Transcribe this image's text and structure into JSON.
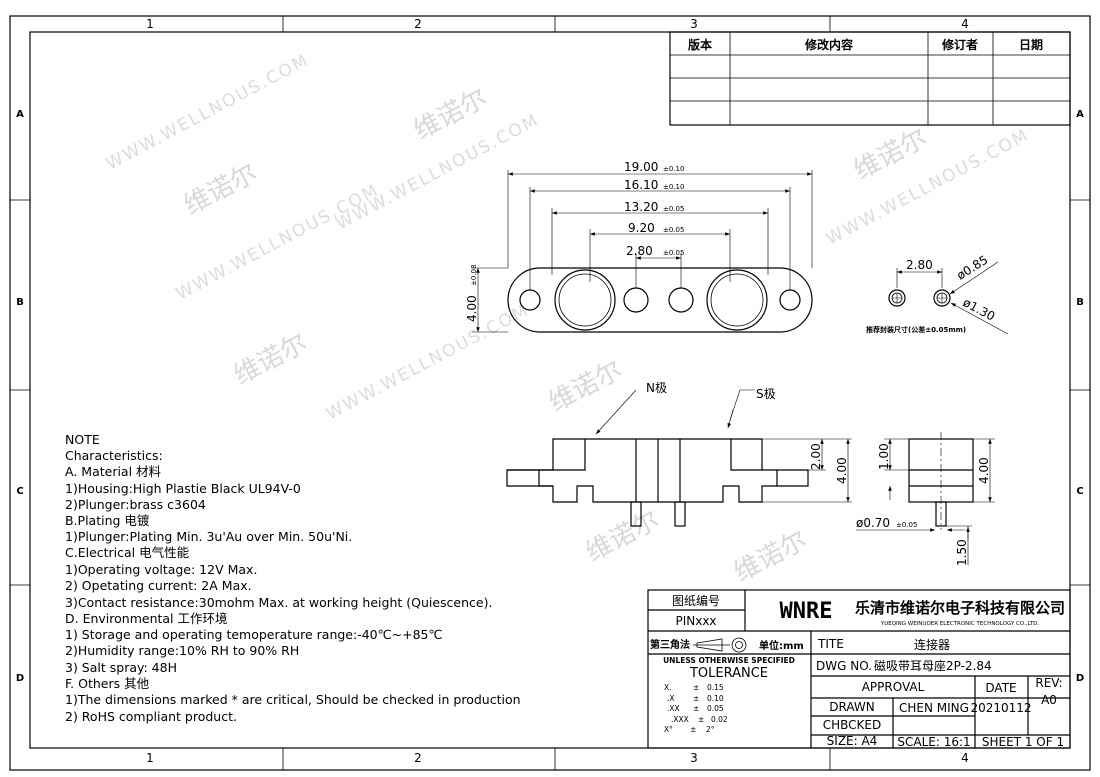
{
  "frame": {
    "columns": [
      "1",
      "2",
      "3",
      "4"
    ],
    "rows": [
      "A",
      "B",
      "C",
      "D"
    ]
  },
  "watermark": {
    "cn": "维诺尔",
    "en": "WWW.WELLNOUS.COM"
  },
  "revision_table": {
    "headers": [
      "版本",
      "修改内容",
      "修订者",
      "日期"
    ]
  },
  "top_view": {
    "dims": [
      "19.00",
      "16.10",
      "13.20",
      "9.20",
      "2.80",
      "4.00"
    ],
    "tols": [
      "±0.10",
      "±0.10",
      "±0.05",
      "±0.05",
      "±0.05",
      "±0.08"
    ]
  },
  "footprint": {
    "pitch": "2.80",
    "inner_dia": "ø0.85",
    "outer_dia": "ø1.30",
    "caption": "推荐封装尺寸(公差±0.05mm)"
  },
  "front_view": {
    "n_pole": "N极",
    "s_pole": "S极",
    "dim_2": "2.00",
    "dim_4": "4.00"
  },
  "side_view": {
    "dim_1": "1.00",
    "dim_4": "4.00",
    "pin_dia": "ø0.70",
    "pin_tol": "±0.05",
    "pin_len": "1.50"
  },
  "notes": [
    "NOTE",
    "Characteristics:",
    "A. Material 材料",
    "  1)Housing:High Plastie Black UL94V-0",
    "  2)Plunger:brass c3604",
    "B.Plating 电镀",
    "  1)Plunger:Plating Min. 3u'Au over Min. 50u'Ni.",
    "C.Electrical 电气性能",
    "  1)Operating voltage: 12V Max.",
    "  2) Opetating current: 2A Max.",
    "  3)Contact resistance:30mohm Max. at working height (Quiescence).",
    "D. Environmental 工作环境",
    "  1) Storage and operating temoperature range:-40℃~+85℃",
    "  2)Humidity range:10% RH to 90% RH",
    "  3) Salt spray: 48H",
    "F. Others 其他",
    "1)The dimensions marked * are critical, Should be checked in production",
    "2) RoHS compliant product."
  ],
  "title_block": {
    "drawing_no_label": "图纸编号",
    "drawing_no": "PINxxx",
    "logo": "WNRE",
    "company_cn": "乐清市维诺尔电子科技有限公司",
    "company_en": "YUEQING WEINUOER ELECTRONIC TECHNOLOGY CO.,LTD.",
    "projection": "第三角法",
    "unit": "单位:mm",
    "tolerance_note": "UNLESS OTHERWISE SPECIFIED",
    "tolerance_title": "TOLERANCE",
    "tolerances": [
      {
        "k": "X.",
        "v": "0.15"
      },
      {
        "k": ".X",
        "v": "0.10"
      },
      {
        "k": ".XX",
        "v": "0.05"
      },
      {
        "k": ".XXX",
        "v": "0.02"
      },
      {
        "k": "X°",
        "v": "2°"
      }
    ],
    "pm": "±",
    "title_label": "TITE",
    "title": "连接器",
    "dwg_no_label": "DWG NO.",
    "dwg_no": "磁吸带耳母座2P-2.84",
    "approval": "APPROVAL",
    "date_label": "DATE",
    "rev_label": "REV:",
    "rev": "A0",
    "drawn_label": "DRAWN",
    "drawn_by": "CHEN MING",
    "date": "20210112",
    "checked_label": "CHBCKED",
    "size": "SIZE: A4",
    "scale": "SCALE: 16:1",
    "sheet": "SHEET 1 OF 1"
  }
}
